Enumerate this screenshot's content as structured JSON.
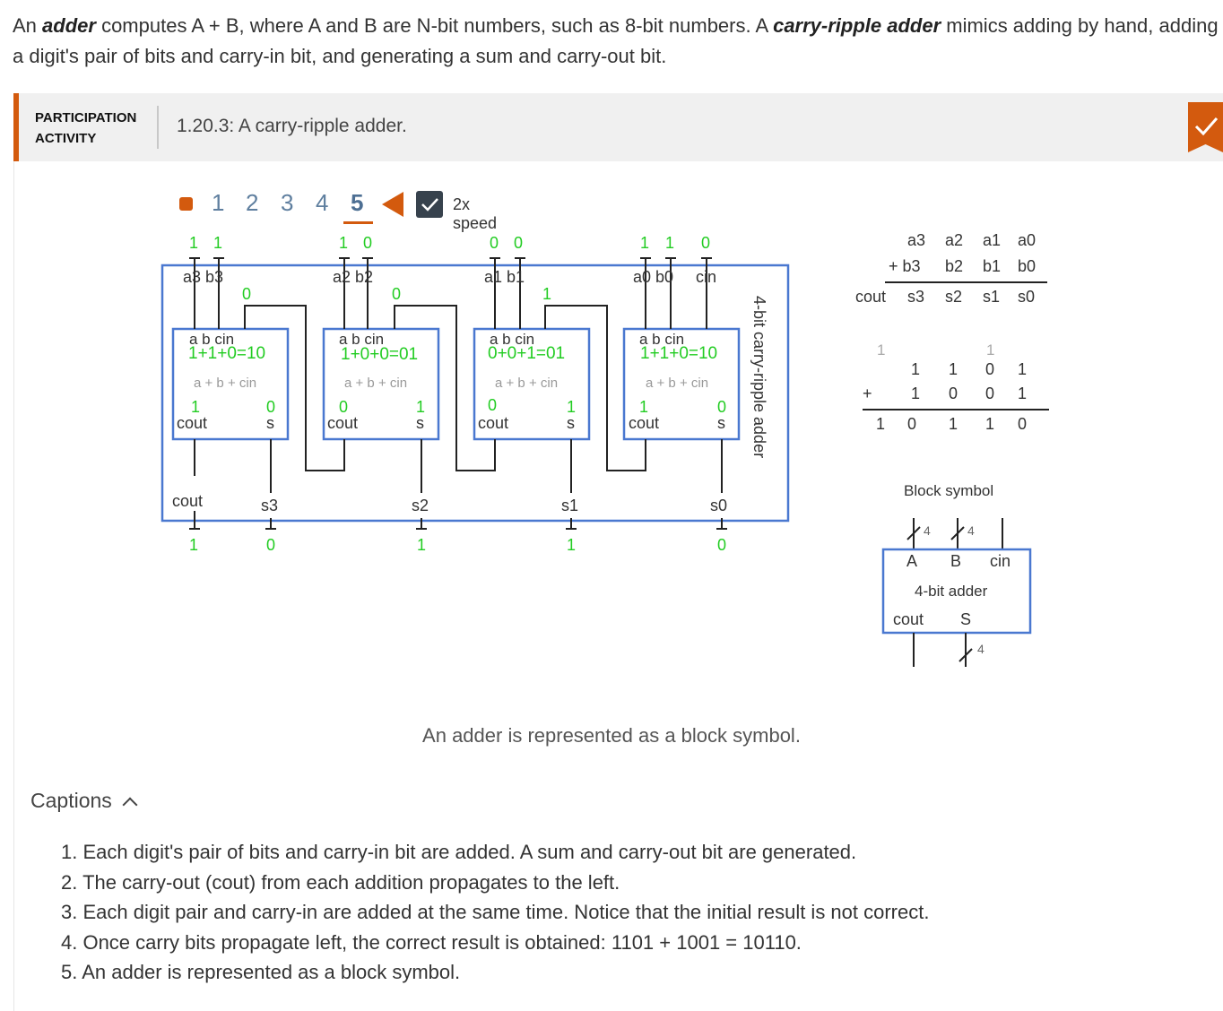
{
  "intro": {
    "p1": "An ",
    "term1": "adder",
    "p2": " computes A + B, where A and B are N-bit numbers, such as 8-bit numbers. A ",
    "term2": "carry-ripple adder",
    "p3": " mimics adding by hand, adding a digit's pair of bits and carry-in bit, and generating a sum and carry-out bit."
  },
  "activity": {
    "label_line1": "PARTICIPATION",
    "label_line2": "ACTIVITY",
    "title": "1.20.3: A carry-ripple adder.",
    "completed": true
  },
  "controls": {
    "steps": [
      "1",
      "2",
      "3",
      "4",
      "5"
    ],
    "active_step": "5",
    "speed_label": "2x speed",
    "speed_checked": true
  },
  "ripple": {
    "title": "4-bit carry-ripple adder",
    "inputs": [
      {
        "a": "1",
        "b": "1"
      },
      {
        "a": "1",
        "b": "0"
      },
      {
        "a": "0",
        "b": "0"
      },
      {
        "a": "1",
        "b": "1"
      }
    ],
    "cin_input": "0",
    "pin_labels": [
      "a3 b3",
      "a2 b2",
      "a1 b1",
      "a0 b0"
    ],
    "cin_pin_label": "cin",
    "carry_in_values": [
      "0",
      "0",
      "1"
    ],
    "adders": [
      {
        "head": "a  b  cin",
        "expr": "1+1+0=10",
        "formula": "a + b + cin",
        "cout": "1",
        "s": "0",
        "cout_label": "cout",
        "s_label": "s"
      },
      {
        "head": "a  b  cin",
        "expr": "1+0+0=01",
        "formula": "a + b + cin",
        "cout": "0",
        "s": "1",
        "cout_label": "cout",
        "s_label": "s"
      },
      {
        "head": "a  b  cin",
        "expr": "0+0+1=01",
        "formula": "a + b + cin",
        "cout": "0",
        "s": "1",
        "cout_label": "cout",
        "s_label": "s"
      },
      {
        "head": "a  b   cin",
        "expr": "1+1+0=10",
        "formula": "a + b + cin",
        "cout": "1",
        "s": "0",
        "cout_label": "cout",
        "s_label": "s"
      }
    ],
    "outputs": {
      "cout_label": "cout",
      "cout": "1",
      "s_labels": [
        "s3",
        "s2",
        "s1",
        "s0"
      ],
      "s_values": [
        "0",
        "1",
        "1",
        "0"
      ]
    }
  },
  "hand_add": {
    "row_a": [
      "a3",
      "a2",
      "a1",
      "a0"
    ],
    "plus_b_prefix": "+ b3",
    "row_b": [
      "b2",
      "b1",
      "b0"
    ],
    "row_out": [
      "cout",
      "s3",
      "s2",
      "s1",
      "s0"
    ],
    "carries": [
      "1",
      "1"
    ],
    "num_a": [
      "1",
      "1",
      "0",
      "1"
    ],
    "plus": "+",
    "num_b": [
      "1",
      "0",
      "0",
      "1"
    ],
    "sum": [
      "1",
      "0",
      "1",
      "1",
      "0"
    ]
  },
  "block_symbol": {
    "title": "Block symbol",
    "bus_width": "4",
    "pin_a": "A",
    "pin_b": "B",
    "pin_cin": "cin",
    "name": "4-bit adder",
    "pin_cout": "cout",
    "pin_s": "S"
  },
  "caption_main": "An adder is represented as a block symbol.",
  "captions": {
    "toggle_label": "Captions",
    "items": [
      "1. Each digit's pair of bits and carry-in bit are added. A sum and carry-out bit are generated.",
      "2. The carry-out (cout) from each addition propagates to the left.",
      "3. Each digit pair and carry-in are added at the same time. Notice that the initial result is not correct.",
      "4. Once carry bits propagate left, the correct result is obtained: 1101 + 1001 = 10110.",
      "5. An adder is represented as a block symbol."
    ]
  },
  "colors": {
    "accent": "#d35a0e",
    "value_green": "#22cc22",
    "box_blue": "#4a78d0",
    "step_blue": "#5f7f9f"
  }
}
